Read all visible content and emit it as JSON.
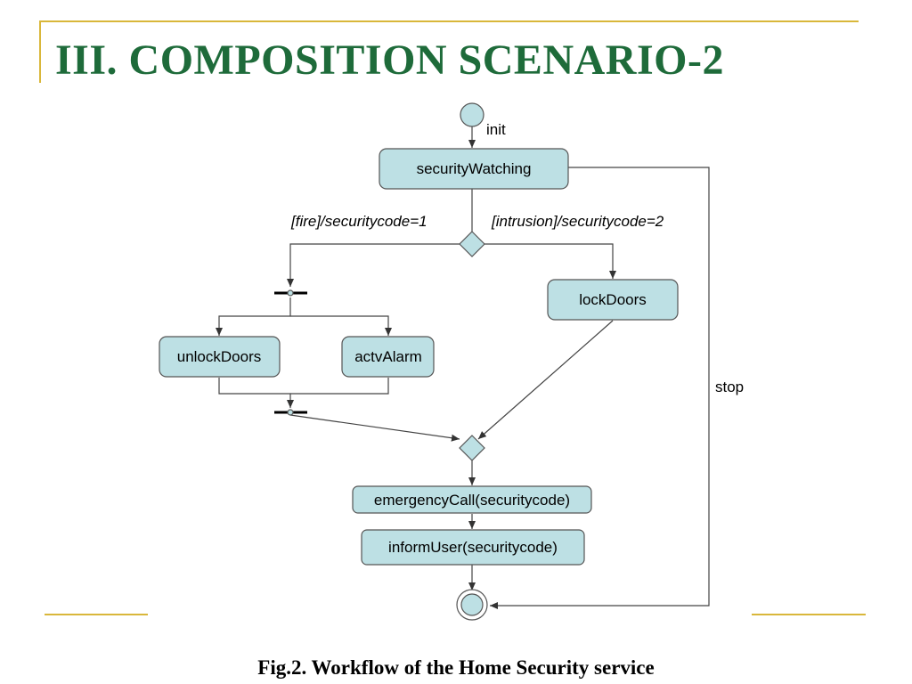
{
  "slide": {
    "title": "III. COMPOSITION SCENARIO-2",
    "caption": "Fig.2. Workflow of the Home Security service"
  },
  "diagram": {
    "nodes": {
      "security_watching": "securityWatching",
      "lock_doors": "lockDoors",
      "unlock_doors": "unlockDoors",
      "actv_alarm": "actvAlarm",
      "emergency_call": "emergencyCall(securitycode)",
      "inform_user": "informUser(securitycode)"
    },
    "edge_labels": {
      "init": "init",
      "fire": "[fire]/securitycode=1",
      "intrusion": "[intrusion]/securitycode=2",
      "stop": "stop"
    }
  },
  "colors": {
    "title": "#1e6b3a",
    "accent_rule": "#d9b73a",
    "node_fill": "#bde0e4",
    "node_stroke": "#555555",
    "edge": "#444444"
  }
}
